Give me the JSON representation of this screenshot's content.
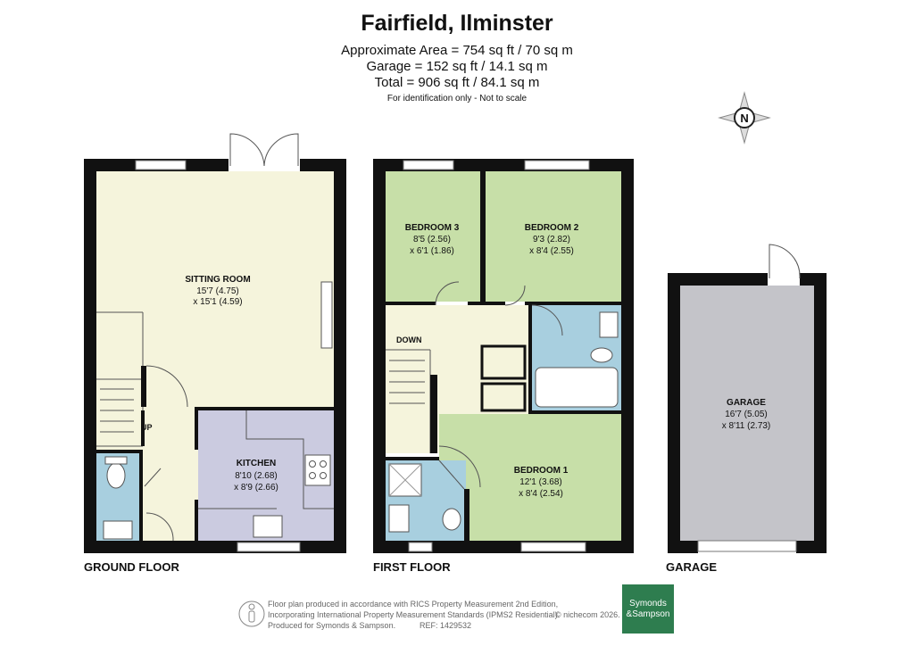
{
  "title": "Fairfield, Ilminster",
  "areas": {
    "approximate": "Approximate Area = 754 sq ft / 70 sq m",
    "garage": "Garage = 152 sq ft / 14.1 sq m",
    "total": "Total = 906 sq ft / 84.1 sq m"
  },
  "note": "For identification only - Not to scale",
  "floors": {
    "ground": "GROUND FLOOR",
    "first": "FIRST FLOOR",
    "garage": "GARAGE"
  },
  "rooms": {
    "sitting": {
      "name": "SITTING ROOM",
      "dim1": "15'7 (4.75)",
      "dim2": "x 15'1 (4.59)"
    },
    "kitchen": {
      "name": "KITCHEN",
      "dim1": "8'10 (2.68)",
      "dim2": "x 8'9 (2.66)"
    },
    "bed3": {
      "name": "BEDROOM 3",
      "dim1": "8'5 (2.56)",
      "dim2": "x 6'1 (1.86)"
    },
    "bed2": {
      "name": "BEDROOM 2",
      "dim1": "9'3 (2.82)",
      "dim2": "x 8'4 (2.55)"
    },
    "bed1": {
      "name": "BEDROOM 1",
      "dim1": "12'1 (3.68)",
      "dim2": "x 8'4 (2.54)"
    },
    "garage": {
      "name": "GARAGE",
      "dim1": "16'7 (5.05)",
      "dim2": "x 8'11 (2.73)"
    }
  },
  "stairs": {
    "up": "UP",
    "down": "DOWN"
  },
  "compass": "N",
  "footer": {
    "line1": "Floor plan produced in accordance with RICS Property Measurement 2nd Edition,",
    "line2": "Incorporating International Property Measurement Standards (IPMS2 Residential).",
    "line3": "Produced for Symonds & Sampson.",
    "ref": "REF: 1429532",
    "copyright": "© nichecom 2026."
  },
  "logo": {
    "line1": "Symonds",
    "line2": "&Sampson"
  },
  "colors": {
    "wall": "#111111",
    "living": "#f5f4dc",
    "kitchen": "#cbcbe0",
    "bedroom": "#c7dfa8",
    "bathroom": "#a8cfdf",
    "garage": "#c4c4c9"
  }
}
